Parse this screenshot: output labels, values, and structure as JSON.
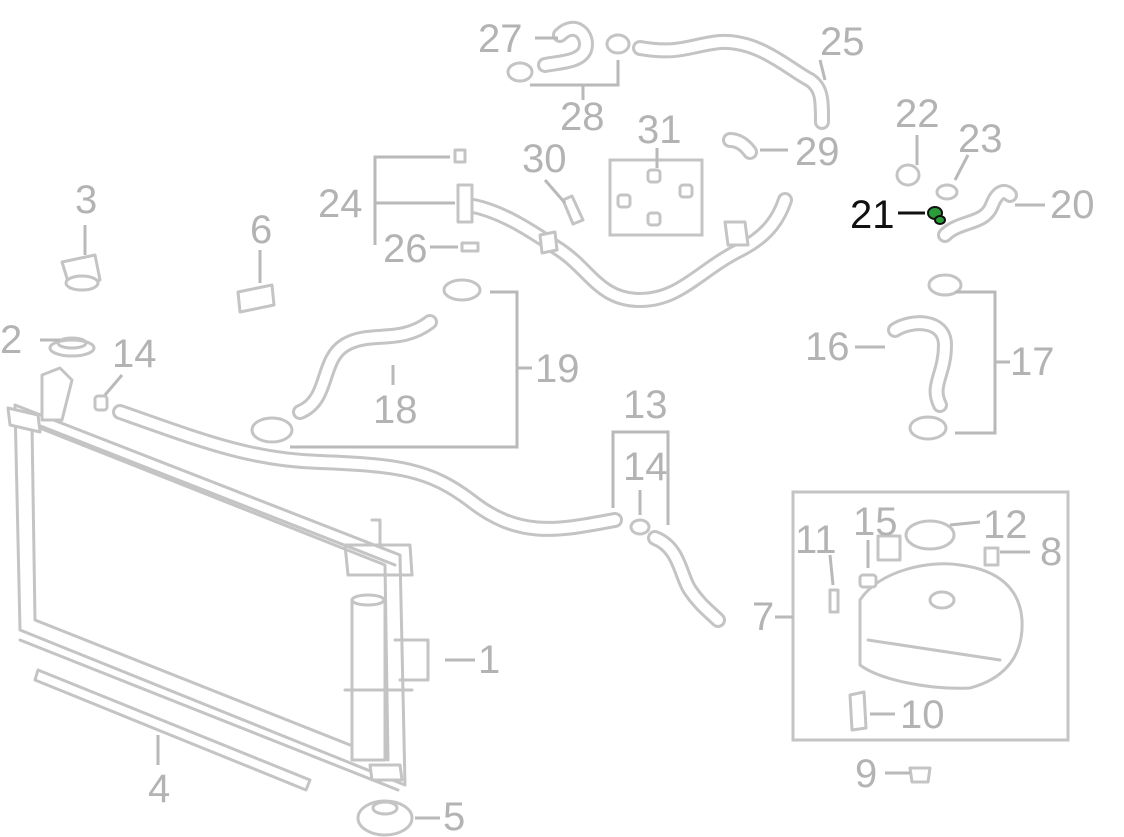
{
  "highlight_color": "#2a9d3a",
  "callouts": [
    {
      "id": "c1",
      "text": "1",
      "highlighted": false
    },
    {
      "id": "c2",
      "text": "2",
      "highlighted": false
    },
    {
      "id": "c3",
      "text": "3",
      "highlighted": false
    },
    {
      "id": "c4",
      "text": "4",
      "highlighted": false
    },
    {
      "id": "c5",
      "text": "5",
      "highlighted": false
    },
    {
      "id": "c6",
      "text": "6",
      "highlighted": false
    },
    {
      "id": "c7",
      "text": "7",
      "highlighted": false
    },
    {
      "id": "c8",
      "text": "8",
      "highlighted": false
    },
    {
      "id": "c9",
      "text": "9",
      "highlighted": false
    },
    {
      "id": "c10",
      "text": "10",
      "highlighted": false
    },
    {
      "id": "c11",
      "text": "11",
      "highlighted": false
    },
    {
      "id": "c12",
      "text": "12",
      "highlighted": false
    },
    {
      "id": "c13",
      "text": "13",
      "highlighted": false
    },
    {
      "id": "c14a",
      "text": "14",
      "highlighted": false
    },
    {
      "id": "c14b",
      "text": "14",
      "highlighted": false
    },
    {
      "id": "c15",
      "text": "15",
      "highlighted": false
    },
    {
      "id": "c16",
      "text": "16",
      "highlighted": false
    },
    {
      "id": "c17",
      "text": "17",
      "highlighted": false
    },
    {
      "id": "c18",
      "text": "18",
      "highlighted": false
    },
    {
      "id": "c19",
      "text": "19",
      "highlighted": false
    },
    {
      "id": "c20",
      "text": "20",
      "highlighted": false
    },
    {
      "id": "c21",
      "text": "21",
      "highlighted": true
    },
    {
      "id": "c22",
      "text": "22",
      "highlighted": false
    },
    {
      "id": "c23",
      "text": "23",
      "highlighted": false
    },
    {
      "id": "c24",
      "text": "24",
      "highlighted": false
    },
    {
      "id": "c25",
      "text": "25",
      "highlighted": false
    },
    {
      "id": "c26",
      "text": "26",
      "highlighted": false
    },
    {
      "id": "c27",
      "text": "27",
      "highlighted": false
    },
    {
      "id": "c28",
      "text": "28",
      "highlighted": false
    },
    {
      "id": "c29",
      "text": "29",
      "highlighted": false
    },
    {
      "id": "c30",
      "text": "30",
      "highlighted": false
    },
    {
      "id": "c31",
      "text": "31",
      "highlighted": false
    }
  ]
}
